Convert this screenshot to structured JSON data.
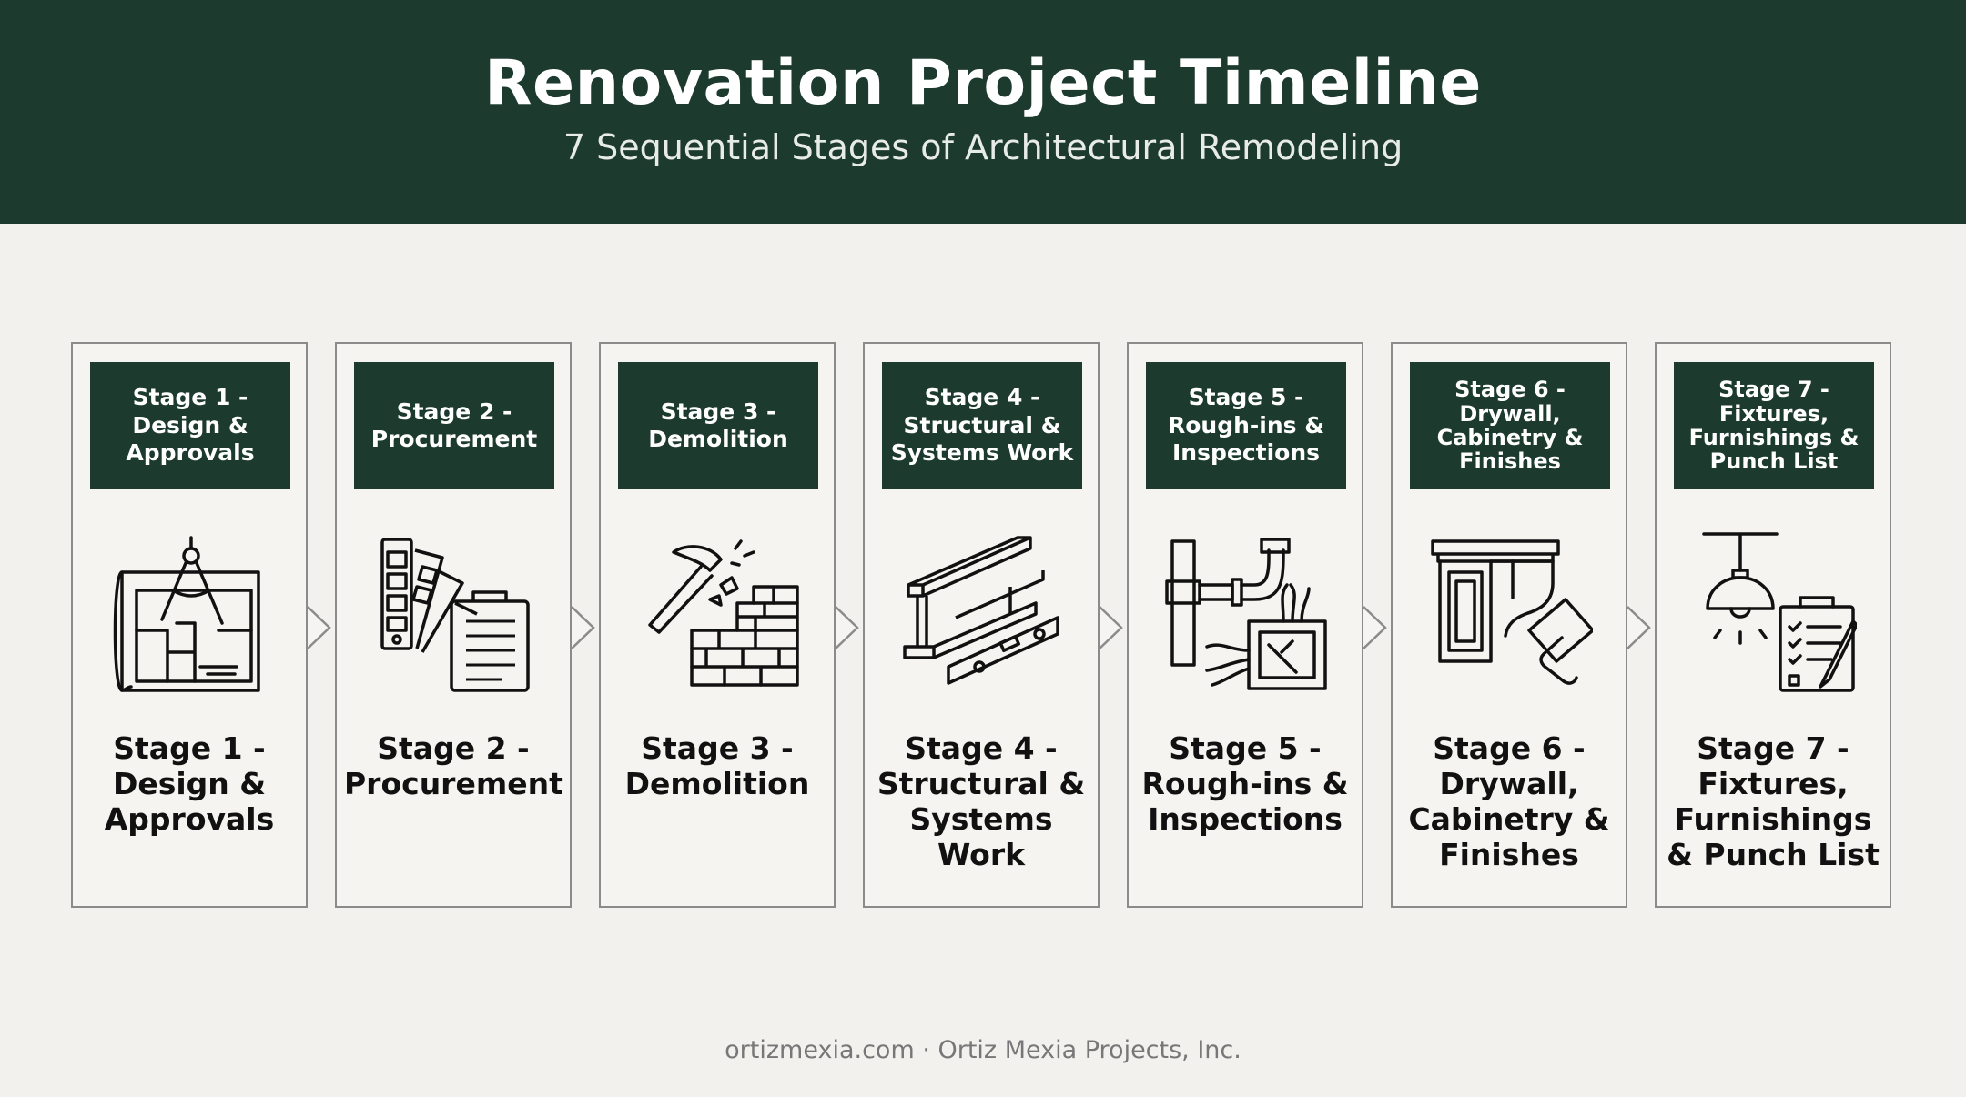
{
  "header": {
    "title": "Renovation Project Timeline",
    "subtitle": "7 Sequential Stages of Architectural Remodeling"
  },
  "stages": [
    {
      "tag": "Stage 1 - Design & Approvals",
      "label": "Stage 1 - Design & Approvals",
      "icon": "blueprint-compass-icon"
    },
    {
      "tag": "Stage 2 - Procurement",
      "label": "Stage 2 - Procurement",
      "icon": "swatch-clipboard-icon"
    },
    {
      "tag": "Stage 3 - Demolition",
      "label": "Stage 3 - Demolition",
      "icon": "hammer-brick-wall-icon"
    },
    {
      "tag": "Stage 4 - Structural & Systems Work",
      "label": "Stage 4 - Structural & Systems Work",
      "icon": "steel-beam-level-icon"
    },
    {
      "tag": "Stage 5 - Rough-ins & Inspections",
      "label": "Stage 5 - Rough-ins & Inspections",
      "icon": "pipes-electrical-box-icon"
    },
    {
      "tag": "Stage 6 - Drywall, Cabinetry & Finishes",
      "label": "Stage 6 - Drywall, Cabinetry & Finishes",
      "icon": "cabinet-trowel-icon"
    },
    {
      "tag": "Stage 7 - Fixtures, Furnishings & Punch List",
      "label": "Stage 7 - Fixtures, Furnishings & Punch List",
      "icon": "pendant-lamp-checklist-icon"
    }
  ],
  "footer": "ortizmexia.com · Ortiz Mexia Projects, Inc.",
  "colors": {
    "header_bg": "#1d3a2f",
    "page_bg": "#f2f1ed",
    "border": "#8b8b8b"
  }
}
